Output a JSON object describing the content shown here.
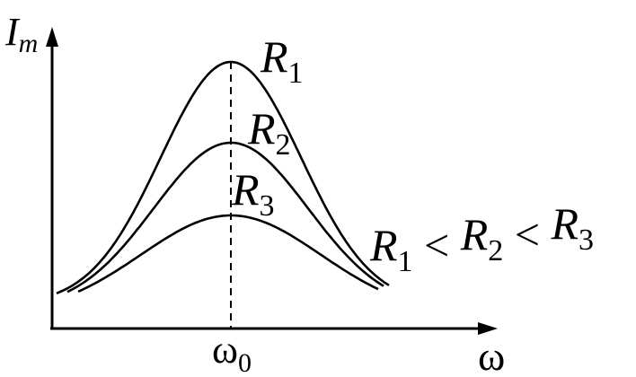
{
  "chart_data": {
    "type": "line",
    "ylabel": {
      "main": "I",
      "sub": "m"
    },
    "xlabel": "ω",
    "x_tick_label": {
      "main": "ω",
      "sub": "0"
    },
    "peak_guide": "dashed",
    "xlim": [
      -1,
      1
    ],
    "ylim": [
      0,
      1
    ],
    "relation": {
      "parts": [
        {
          "main": "R",
          "sub": "1"
        },
        {
          "main": " < ",
          "sub": ""
        },
        {
          "main": "R",
          "sub": "2"
        },
        {
          "main": " < ",
          "sub": ""
        },
        {
          "main": "R",
          "sub": "3"
        }
      ]
    },
    "series": [
      {
        "name": "R1",
        "label": {
          "main": "R",
          "sub": "1"
        },
        "peak": 0.99,
        "width": 0.39,
        "base": 0.09,
        "x_range": [
          -0.97,
          0.88
        ]
      },
      {
        "name": "R2",
        "label": {
          "main": "R",
          "sub": "2"
        },
        "peak": 0.69,
        "width": 0.43,
        "base": 0.07,
        "x_range": [
          -0.91,
          0.85
        ]
      },
      {
        "name": "R3",
        "label": {
          "main": "R",
          "sub": "3"
        },
        "peak": 0.42,
        "width": 0.5,
        "base": 0.05,
        "x_range": [
          -0.85,
          0.82
        ]
      }
    ]
  }
}
